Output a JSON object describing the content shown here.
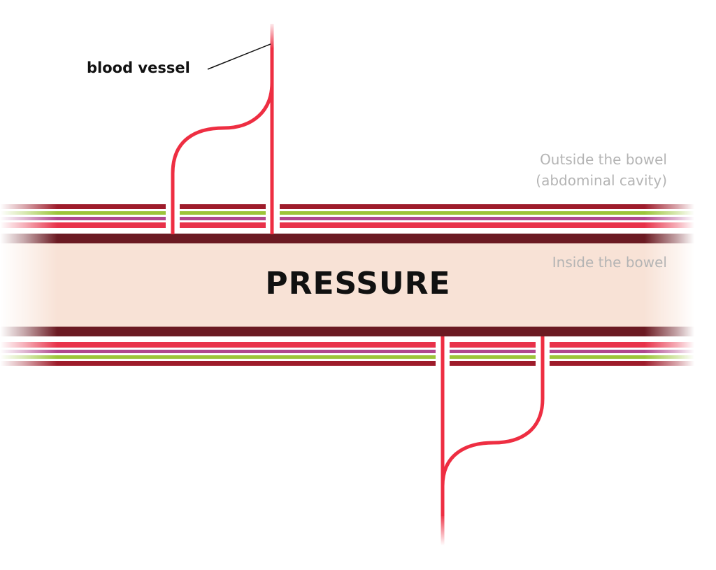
{
  "labels": {
    "blood_vessel": "blood vessel",
    "outside_line1": "Outside the bowel",
    "outside_line2": "(abdominal cavity)",
    "inside": "Inside the bowel",
    "pressure": "PRESSURE"
  },
  "colors": {
    "lumen": "#f8e2d6",
    "muscle_dark": "#6b1a22",
    "layer_red": "#e8324a",
    "layer_green": "#9cc53a",
    "layer_purple": "#b0488e",
    "vessel": "#ee2e42",
    "label_dark": "#111111",
    "label_grey": "#b4b4b4"
  }
}
